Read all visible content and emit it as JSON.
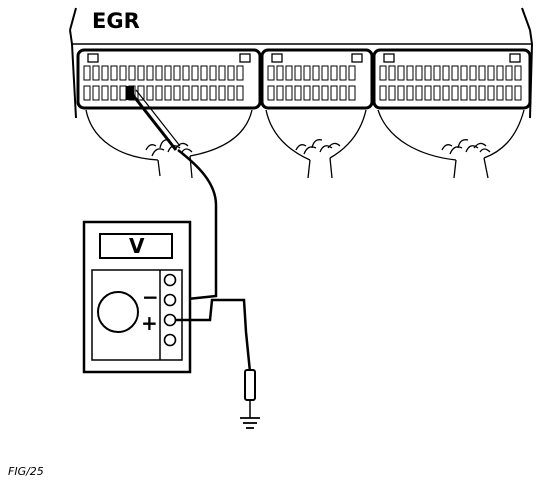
{
  "ecu": {
    "label": "EGR"
  },
  "meter": {
    "display_unit": "V",
    "minus_label": "−",
    "plus_label": "+"
  },
  "figure": {
    "caption": "FIG/25"
  },
  "icons": {
    "ground": "ground-symbol-icon",
    "probe": "test-probe-icon"
  }
}
